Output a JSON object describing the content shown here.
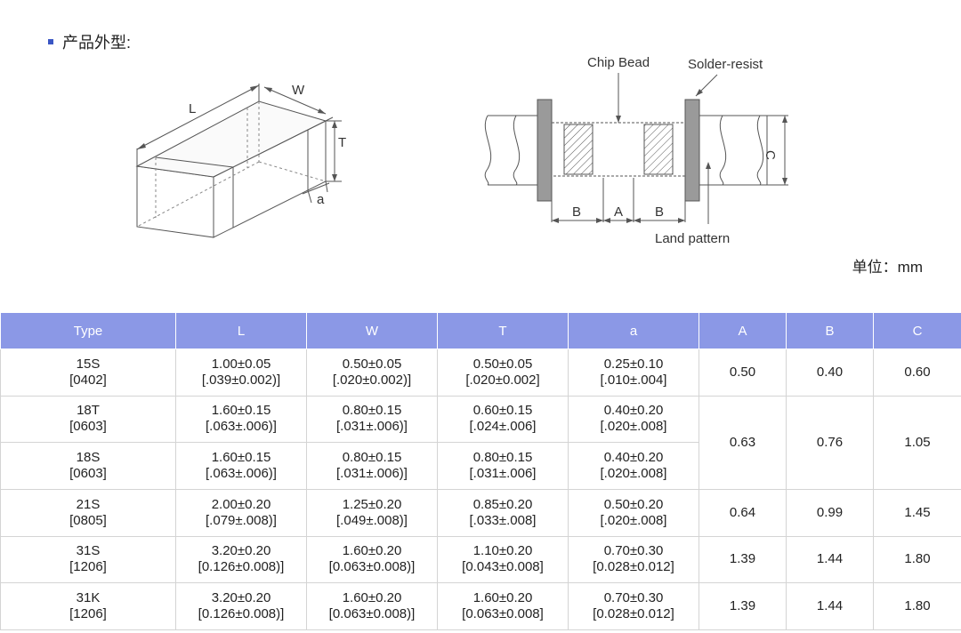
{
  "section": {
    "title": "产品外型:"
  },
  "diagram_3d": {
    "label_L": "L",
    "label_W": "W",
    "label_T": "T",
    "label_a": "a"
  },
  "diagram_land": {
    "chip_bead": "Chip Bead",
    "solder_resist": "Solder-resist",
    "land_pattern": "Land pattern",
    "label_B_left": "B",
    "label_A": "A",
    "label_B_right": "B",
    "label_C": "C"
  },
  "unit_label": "单位：mm",
  "table": {
    "headers": [
      "Type",
      "L",
      "W",
      "T",
      "a",
      "A",
      "B",
      "C"
    ],
    "rows": [
      {
        "type": [
          "15S",
          "[0402]"
        ],
        "L": [
          "1.00±0.05",
          "[.039±0.002)]"
        ],
        "W": [
          "0.50±0.05",
          "[.020±0.002)]"
        ],
        "T": [
          "0.50±0.05",
          "[.020±0.002]"
        ],
        "a": [
          "0.25±0.10",
          "[.010±.004]"
        ],
        "A": "0.50",
        "B": "0.40",
        "C": "0.60"
      },
      {
        "type": [
          "18T",
          "[0603]"
        ],
        "L": [
          "1.60±0.15",
          "[.063±.006)]"
        ],
        "W": [
          "0.80±0.15",
          "[.031±.006)]"
        ],
        "T": [
          "0.60±0.15",
          "[.024±.006]"
        ],
        "a": [
          "0.40±0.20",
          "[.020±.008]"
        ],
        "A": "0.63",
        "B": "0.76",
        "C": "1.05"
      },
      {
        "type": [
          "18S",
          "[0603]"
        ],
        "L": [
          "1.60±0.15",
          "[.063±.006)]"
        ],
        "W": [
          "0.80±0.15",
          "[.031±.006)]"
        ],
        "T": [
          "0.80±0.15",
          "[.031±.006]"
        ],
        "a": [
          "0.40±0.20",
          "[.020±.008]"
        ]
      },
      {
        "type": [
          "21S",
          "[0805]"
        ],
        "L": [
          "2.00±0.20",
          "[.079±.008)]"
        ],
        "W": [
          "1.25±0.20",
          "[.049±.008)]"
        ],
        "T": [
          "0.85±0.20",
          "[.033±.008]"
        ],
        "a": [
          "0.50±0.20",
          "[.020±.008]"
        ],
        "A": "0.64",
        "B": "0.99",
        "C": "1.45"
      },
      {
        "type": [
          "31S",
          "[1206]"
        ],
        "L": [
          "3.20±0.20",
          "[0.126±0.008)]"
        ],
        "W": [
          "1.60±0.20",
          "[0.063±0.008)]"
        ],
        "T": [
          "1.10±0.20",
          "[0.043±0.008]"
        ],
        "a": [
          "0.70±0.30",
          "[0.028±0.012]"
        ],
        "A": "1.39",
        "B": "1.44",
        "C": "1.80"
      },
      {
        "type": [
          "31K",
          "[1206]"
        ],
        "L": [
          "3.20±0.20",
          "[0.126±0.008)]"
        ],
        "W": [
          "1.60±0.20",
          "[0.063±0.008)]"
        ],
        "T": [
          "1.60±0.20",
          "[0.063±0.008]"
        ],
        "a": [
          "0.70±0.30",
          "[0.028±0.012]"
        ],
        "A": "1.39",
        "B": "1.44",
        "C": "1.80"
      }
    ]
  }
}
